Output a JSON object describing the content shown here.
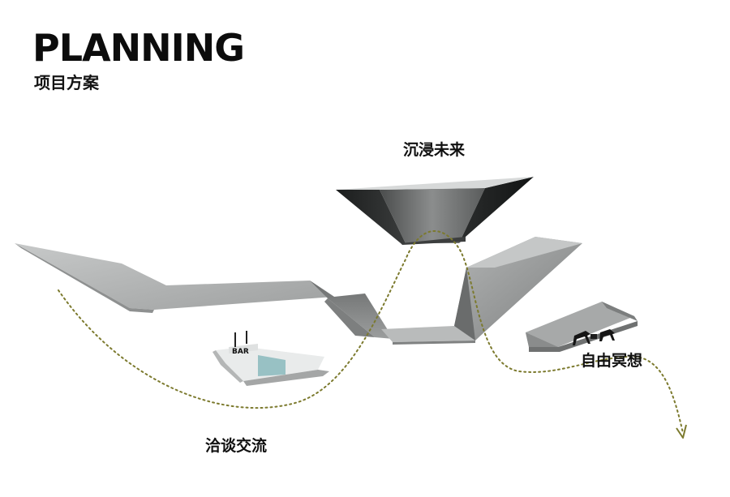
{
  "header": {
    "title": "PLANNING",
    "subtitle": "项目方案"
  },
  "zones": {
    "future": "沉浸未来",
    "meditation": "自由冥想",
    "talk": "洽谈交流"
  },
  "boat_sign": "BAR",
  "colors": {
    "path": "#7c7a2e",
    "surface_light": "#cfd1d1",
    "surface_mid": "#a9abab",
    "surface_dark": "#555757",
    "funnel_dark": "#1f2121"
  }
}
